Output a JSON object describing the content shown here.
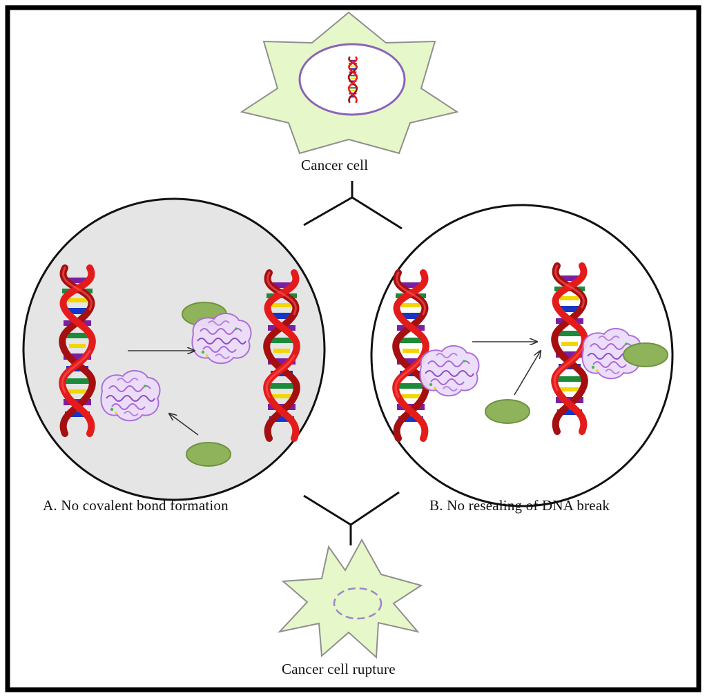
{
  "labels": {
    "top_cell": "Cancer cell",
    "mechanism_a": "A. No covalent bond formation",
    "mechanism_b": "B. No resealing of DNA break",
    "ruptured_cell": "Cancer cell rupture"
  },
  "colors": {
    "frame": "#000000",
    "cell_fill": "#e6f7c9",
    "cell_stroke": "#9a9a9a",
    "nucleus": "#8a63b8",
    "panel_a_fill": "#e5e5e5",
    "panel_b_fill": "#ffffff",
    "dna_backbone": "#e31b1b",
    "dna_backbone_dark": "#a50f0f",
    "enzyme": "#a869d8",
    "drug_fill": "#8fb35a",
    "drug_stroke": "#6f9140",
    "base_colors": [
      "#7a1fa2",
      "#1d8a3a",
      "#f2d600",
      "#1536c7"
    ]
  },
  "icons": {
    "top_cell": "star-cell-icon",
    "dna": "dna-helix-icon",
    "enzyme": "topoisomerase-enzyme-icon",
    "drug": "drug-ellipse-icon",
    "ruptured_cell": "burst-cell-icon"
  }
}
